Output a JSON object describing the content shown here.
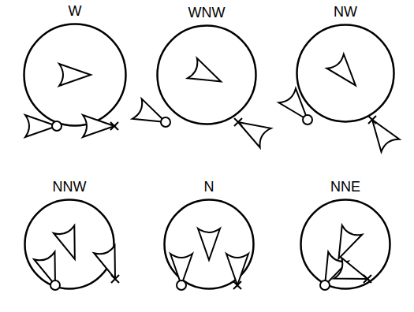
{
  "diagram": {
    "nodes": [
      {
        "text": [
          "W"
        ]
      },
      {
        "text": [
          "WNW"
        ]
      },
      {
        "text": [
          "NW"
        ]
      },
      {
        "text": [
          "NNW"
        ]
      },
      {
        "text": [
          "N"
        ]
      },
      {
        "text": [
          "NNE"
        ]
      }
    ]
  }
}
